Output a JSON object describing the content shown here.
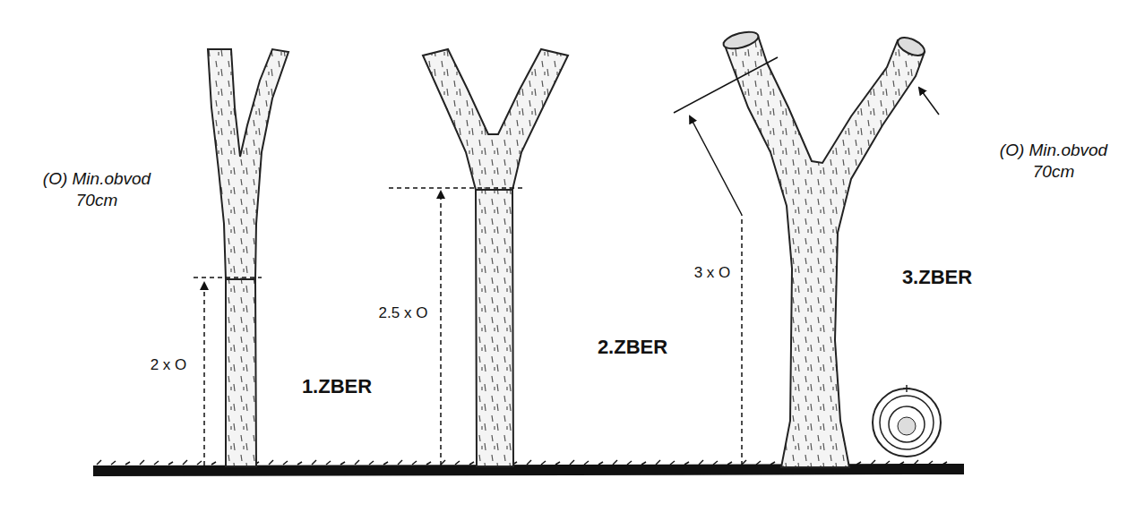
{
  "diagram": {
    "labels": [
      "(O) Min.obvod 70cm",
      "2 x O",
      "1.ZBER",
      "2.5 x O",
      "2.ZBER",
      "3 x O",
      "3.ZBER",
      "(O) Min.obvod 70cm"
    ]
  }
}
